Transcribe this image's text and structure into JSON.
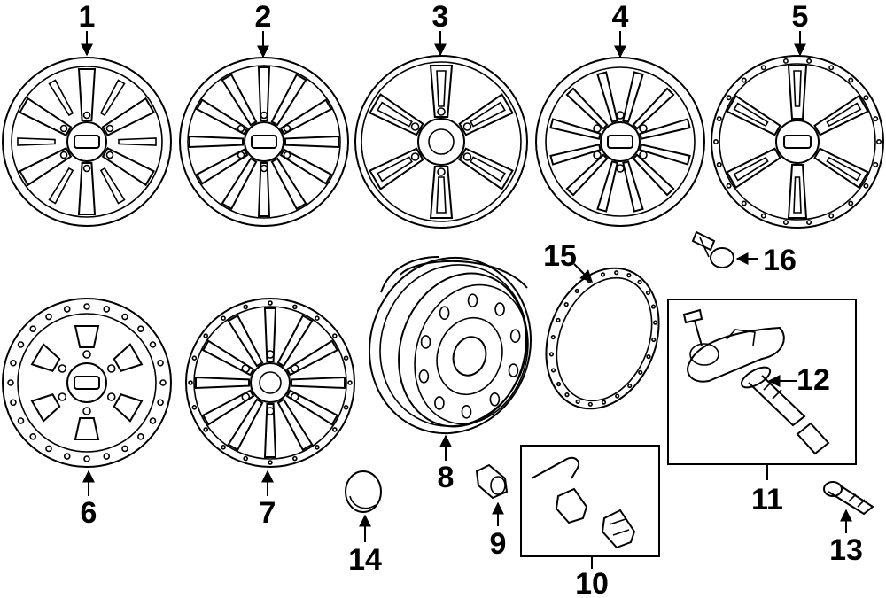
{
  "diagram": {
    "part_numbers": [
      {
        "id": "p1",
        "label": "1"
      },
      {
        "id": "p2",
        "label": "2"
      },
      {
        "id": "p3",
        "label": "3"
      },
      {
        "id": "p4",
        "label": "4"
      },
      {
        "id": "p5",
        "label": "5"
      },
      {
        "id": "p6",
        "label": "6"
      },
      {
        "id": "p7",
        "label": "7"
      },
      {
        "id": "p8",
        "label": "8"
      },
      {
        "id": "p9",
        "label": "9"
      },
      {
        "id": "p10",
        "label": "10"
      },
      {
        "id": "p11",
        "label": "11"
      },
      {
        "id": "p12",
        "label": "12"
      },
      {
        "id": "p13",
        "label": "13"
      },
      {
        "id": "p14",
        "label": "14"
      },
      {
        "id": "p15",
        "label": "15"
      },
      {
        "id": "p16",
        "label": "16"
      }
    ],
    "colors": {
      "line": "#000000",
      "background": "#ffffff"
    }
  }
}
